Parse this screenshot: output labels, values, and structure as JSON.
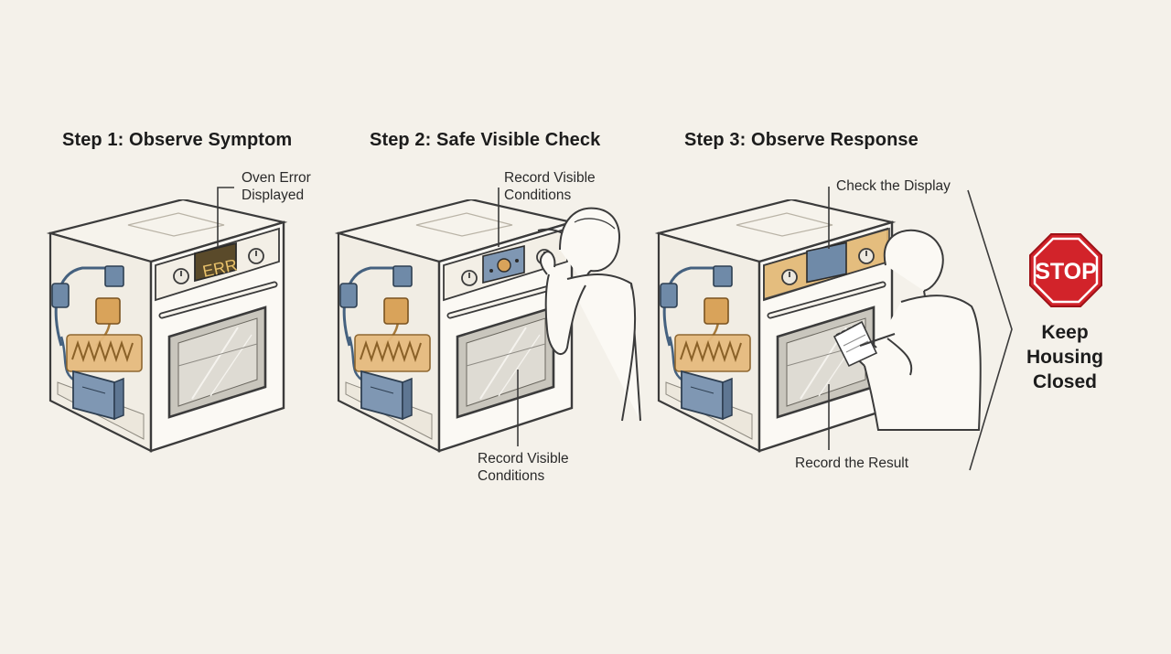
{
  "steps": [
    {
      "title": "Step 1: Observe Symptom",
      "display_text": "ERR",
      "callouts": [
        {
          "lines": [
            "Oven Error",
            "Displayed"
          ]
        }
      ]
    },
    {
      "title": "Step 2: Safe Visible Check",
      "callouts": [
        {
          "lines": [
            "Record Visible",
            "Conditions"
          ]
        },
        {
          "lines": [
            "Record Visible",
            "Conditions"
          ]
        }
      ]
    },
    {
      "title": "Step 3: Observe Response",
      "callouts": [
        {
          "lines": [
            "Check the Display"
          ]
        },
        {
          "lines": [
            "Record the Result"
          ]
        }
      ]
    }
  ],
  "stop_sign": {
    "sign_text": "STOP",
    "caption_lines": [
      "Keep",
      "Housing",
      "Closed"
    ],
    "color": "#d2232a"
  },
  "colors": {
    "background": "#f4f1ea",
    "line": "#3b3b3b",
    "component_blue": "#6f8aa8",
    "heater_orange": "#d9a35a",
    "panel_gold": "#e3b873"
  },
  "icons": [
    "oven",
    "heating-element",
    "control-board",
    "thermostat",
    "person",
    "notepad",
    "stop-sign"
  ]
}
